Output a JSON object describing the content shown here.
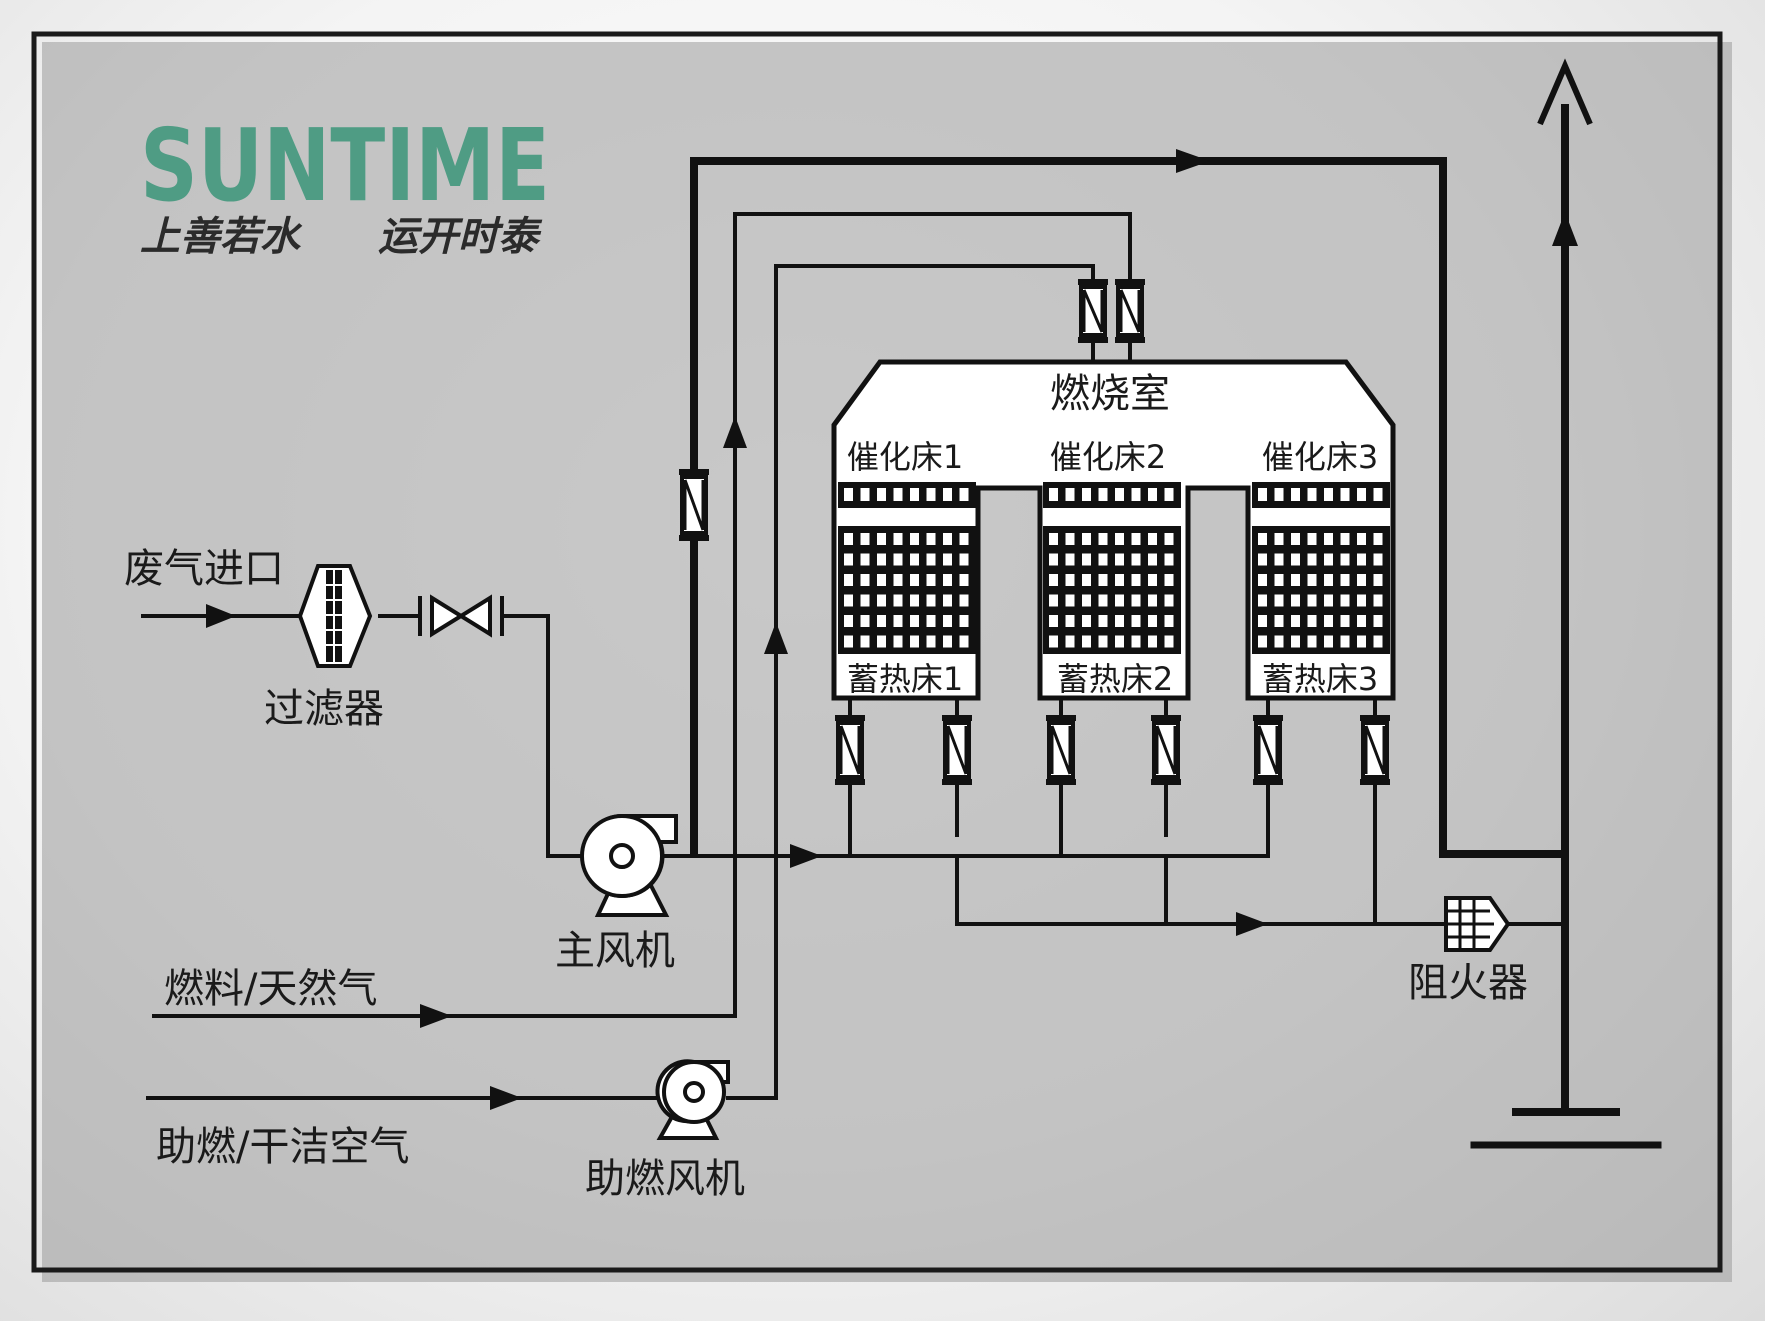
{
  "logo": {
    "brand": "SUNTIME",
    "slogan_left": "上善若水",
    "slogan_right": "运开时泰",
    "brand_color": "#4f9c84",
    "slogan_color": "#2b2b2b"
  },
  "labels": {
    "combustion_chamber": "燃烧室",
    "catalyst_bed_1": "催化床1",
    "catalyst_bed_2": "催化床2",
    "catalyst_bed_3": "催化床3",
    "regen_bed_1": "蓄热床1",
    "regen_bed_2": "蓄热床2",
    "regen_bed_3": "蓄热床3",
    "exhaust_inlet": "废气进口",
    "filter": "过滤器",
    "main_fan": "主风机",
    "fuel": "燃料/天然气",
    "combustion_air": "助燃/干洁空气",
    "aux_fan": "助燃风机",
    "flame_arrester": "阻火器"
  },
  "colors": {
    "line": "#111111",
    "frame": "#1a1a1a"
  }
}
